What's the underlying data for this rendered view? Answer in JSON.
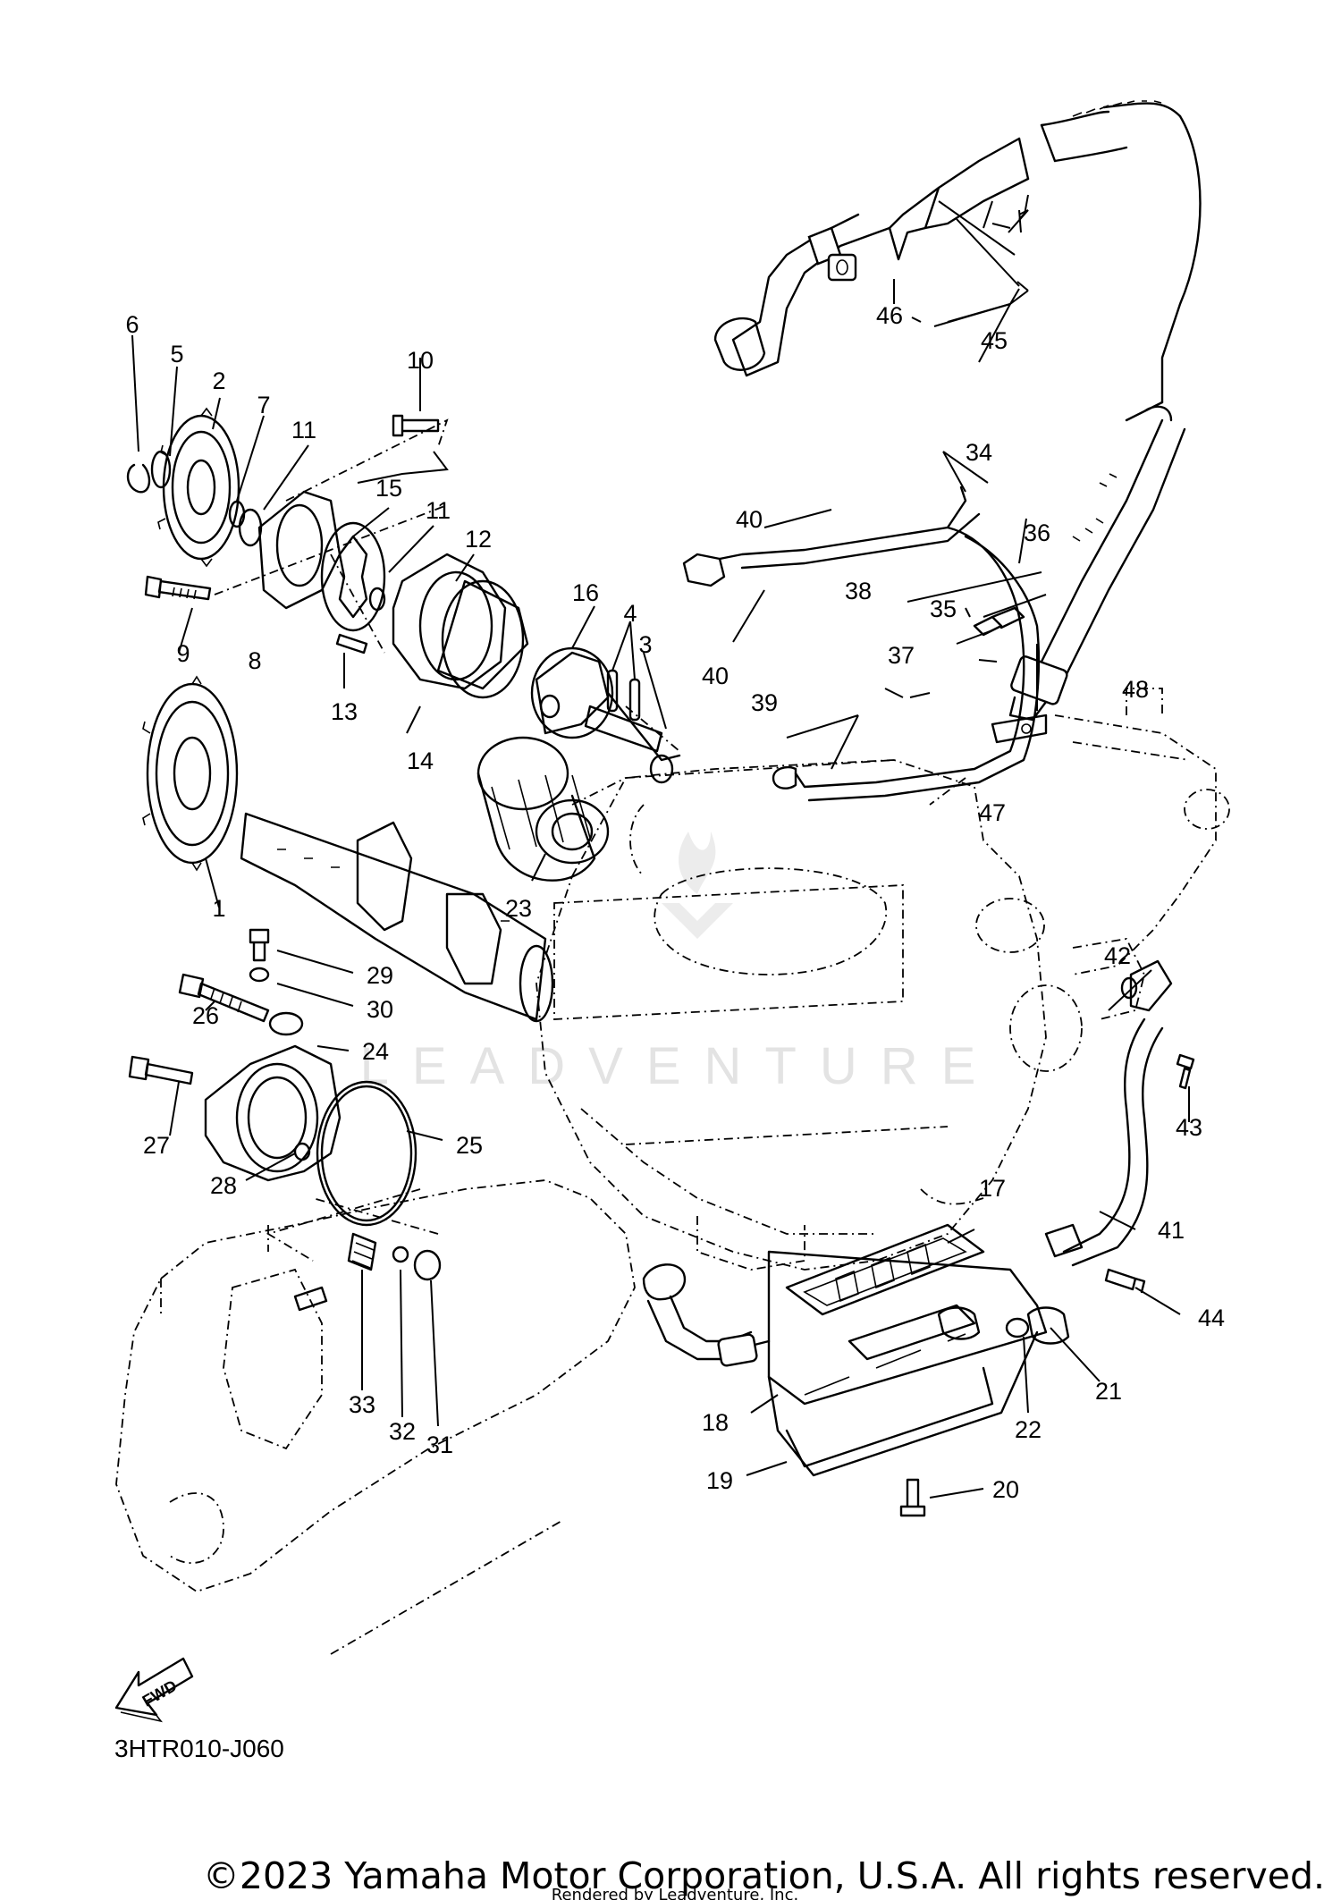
{
  "diagram": {
    "code": "3HTR010-J060",
    "fwd_badge": "FWD",
    "watermark": "LEADVENTURE",
    "copyright": "©2023 Yamaha Motor Corporation, U.S.A. All rights reserved.",
    "rendered_by": "Rendered by Leadventure, Inc."
  },
  "labels": {
    "p1": "1",
    "p2": "2",
    "p3": "3",
    "p4": "4",
    "p5": "5",
    "p6": "6",
    "p7": "7",
    "p8": "8",
    "p9": "9",
    "p10": "10",
    "p11a": "11",
    "p11b": "11",
    "p12": "12",
    "p13": "13",
    "p14": "14",
    "p15": "15",
    "p16": "16",
    "p17": "17",
    "p18": "18",
    "p19": "19",
    "p20": "20",
    "p21": "21",
    "p22": "22",
    "p23": "23",
    "p24": "24",
    "p25": "25",
    "p26": "26",
    "p27": "27",
    "p28": "28",
    "p29": "29",
    "p30": "30",
    "p31": "31",
    "p32": "32",
    "p33": "33",
    "p34": "34",
    "p35": "35",
    "p36": "36",
    "p37": "37",
    "p38": "38",
    "p39": "39",
    "p40a": "40",
    "p40b": "40",
    "p41": "41",
    "p42": "42",
    "p43": "43",
    "p44": "44",
    "p45": "45",
    "p46": "46",
    "p47": "47",
    "p48": "48"
  }
}
